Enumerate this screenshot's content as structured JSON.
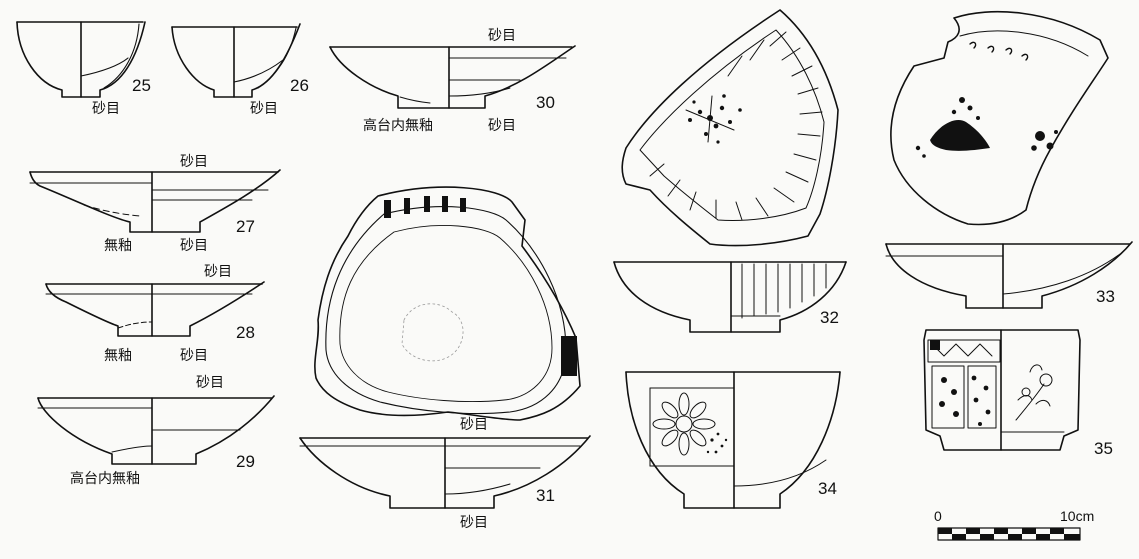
{
  "figures": [
    {
      "number": "25",
      "labels": [
        "砂目"
      ]
    },
    {
      "number": "26",
      "labels": [
        "砂目"
      ]
    },
    {
      "number": "27",
      "labels": [
        "砂目",
        "無釉",
        "砂目"
      ]
    },
    {
      "number": "28",
      "labels": [
        "砂目",
        "無釉",
        "砂目"
      ]
    },
    {
      "number": "29",
      "labels": [
        "砂目",
        "高台内無釉"
      ]
    },
    {
      "number": "30",
      "labels": [
        "砂目",
        "高台内無釉",
        "砂目"
      ]
    },
    {
      "number": "31",
      "labels": [
        "砂目",
        "砂目"
      ]
    },
    {
      "number": "32",
      "labels": []
    },
    {
      "number": "33",
      "labels": []
    },
    {
      "number": "34",
      "labels": []
    },
    {
      "number": "35",
      "labels": []
    }
  ],
  "scale_bar": {
    "start": "0",
    "end": "10cm"
  }
}
